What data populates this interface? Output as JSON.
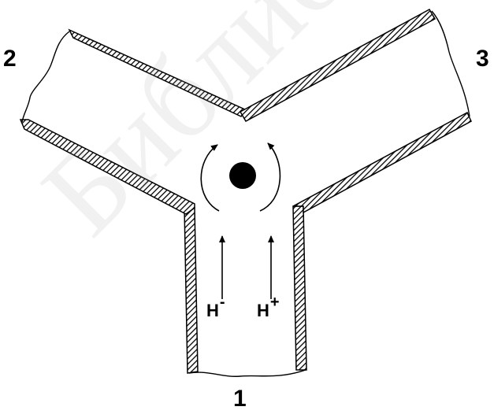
{
  "labels": {
    "port_1": "1",
    "port_2": "2",
    "port_3": "3",
    "field_left": {
      "base": "H",
      "sup": "-"
    },
    "field_right": {
      "base": "H",
      "sup": "+"
    }
  },
  "watermark": {
    "text": "Библиотека БГУИР"
  },
  "colors": {
    "stroke": "#000000",
    "background": "#ffffff",
    "watermark": "#9a9a9a"
  }
}
